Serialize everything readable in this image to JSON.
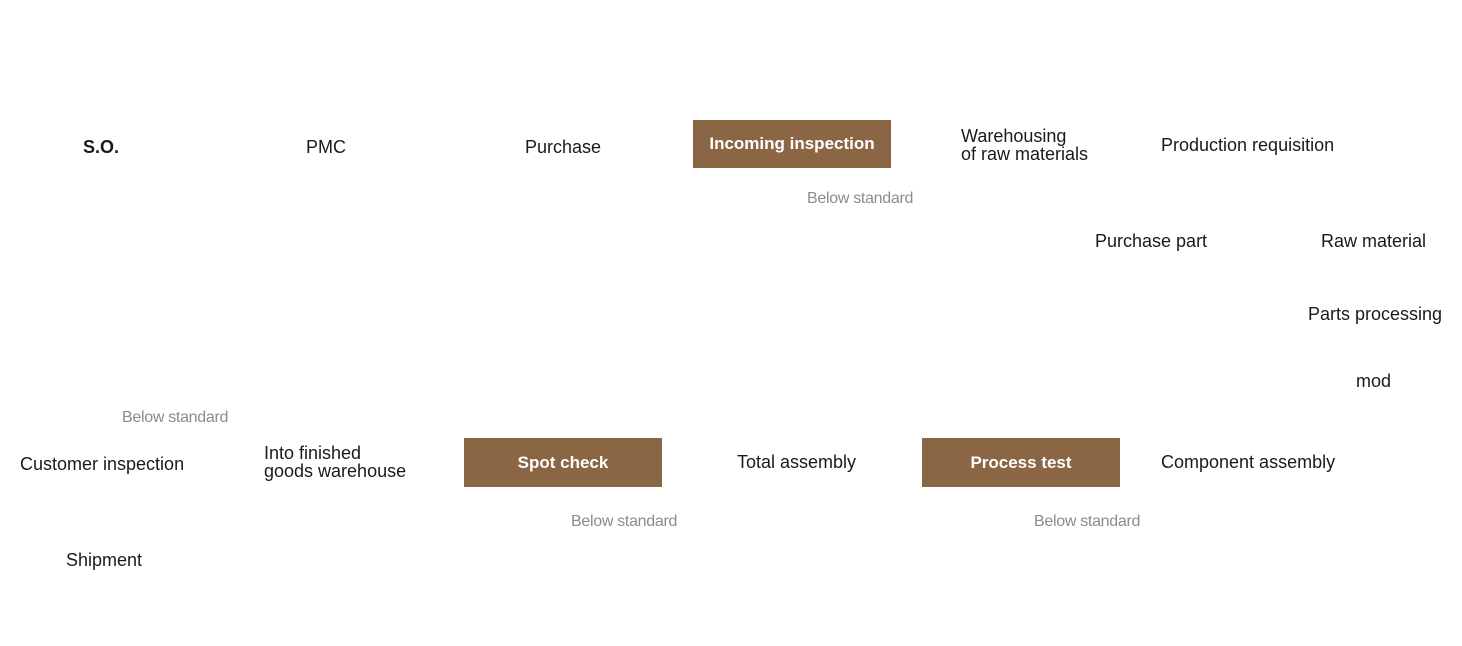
{
  "colors": {
    "box_fill": "#8B6645",
    "box_text": "#ffffff",
    "text": "#1a1a1a",
    "note_text": "#8c8c8c"
  },
  "nodes": {
    "so": "S.O.",
    "pmc": "PMC",
    "purchase": "Purchase",
    "incoming_inspection": "Incoming inspection",
    "warehousing_raw": [
      "Warehousing",
      "of raw materials"
    ],
    "production_requisition": "Production requisition",
    "purchase_part": "Purchase part",
    "raw_material": "Raw material",
    "parts_processing": "Parts processing",
    "mod": "mod",
    "component_assembly": "Component assembly",
    "process_test": "Process test",
    "total_assembly": "Total assembly",
    "spot_check": "Spot check",
    "into_finished": [
      "Into finished",
      "goods warehouse"
    ],
    "customer_inspection": "Customer inspection",
    "shipment": "Shipment"
  },
  "notes": {
    "below_incoming": "Below standard",
    "below_customer": "Below standard",
    "below_spot": "Below standard",
    "below_process": "Below standard"
  }
}
